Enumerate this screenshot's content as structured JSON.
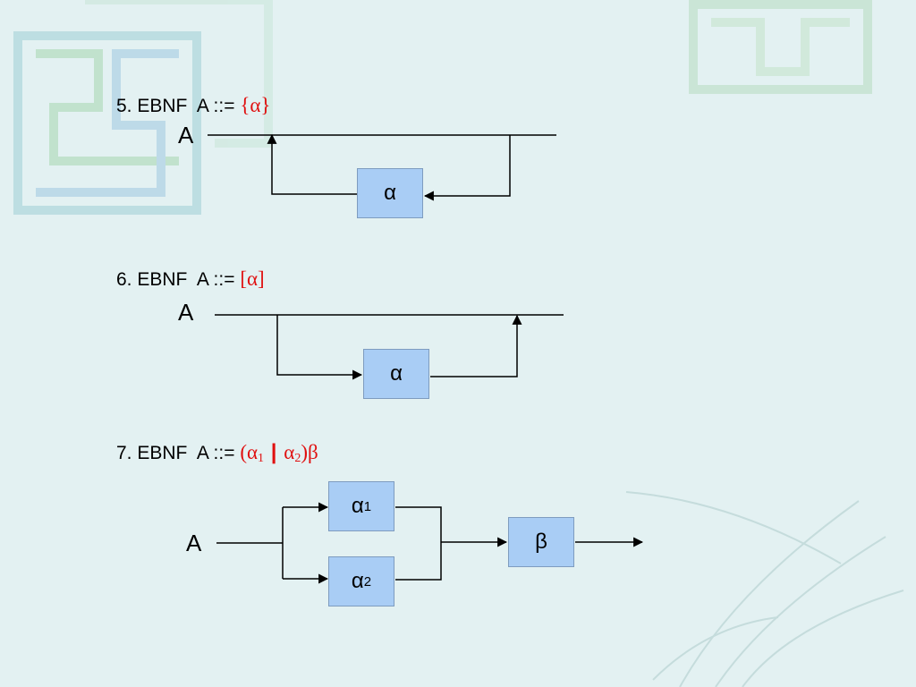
{
  "diagrams": [
    {
      "heading": "5. EBNF  A ::= ",
      "formula": "{α}",
      "label": "A",
      "node": "α"
    },
    {
      "heading": "6. EBNF  A ::= ",
      "formula": "[α]",
      "label": "A",
      "node": "α"
    },
    {
      "heading": "7. EBNF  A ::= ",
      "formula_open": "(α",
      "formula_sub1": "1",
      "formula_bar": "|",
      "formula_alpha2": "α",
      "formula_sub2": "2",
      "formula_close": ")β",
      "label": "A",
      "node1_text": "α",
      "node1_sub": "1",
      "node2_text": "α",
      "node2_sub": "2",
      "node3": "β"
    }
  ],
  "colors": {
    "background": "#e3f1f2",
    "formula": "#e01010",
    "node_fill": "#a9cdf5",
    "node_border": "#7e9cbf"
  }
}
